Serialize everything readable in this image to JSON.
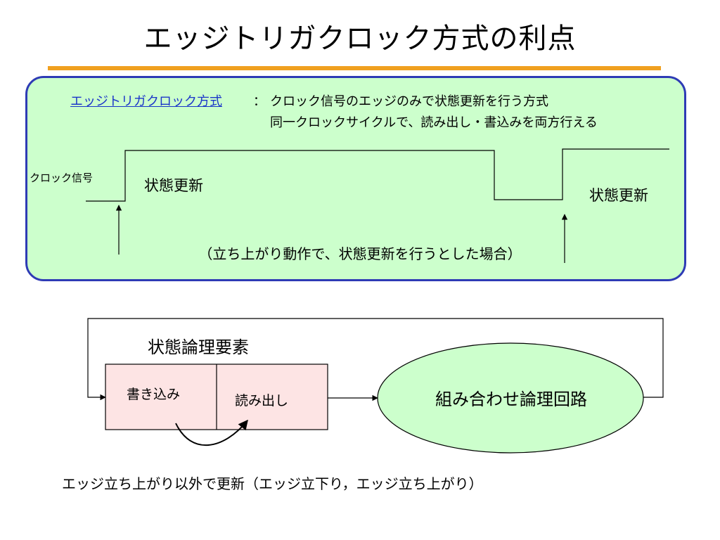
{
  "title": "エッジトリガクロック方式の利点",
  "definition": {
    "term": "エッジトリガクロック方式",
    "colon": "：",
    "line1": "クロック信号のエッジのみで状態更新を行う方式",
    "line2": "同一クロックサイクルで、読み出し・書込みを両方行える"
  },
  "timing": {
    "clock_label": "クロック信号",
    "update_label_1": "状態更新",
    "update_label_2": "状態更新",
    "caption": "（立ち上がり動作で、状態更新を行うとした場合）"
  },
  "block": {
    "title": "状態論理要素",
    "write_label": "書き込み",
    "read_label": "読み出し",
    "logic_label": "組み合わせ論理回路"
  },
  "footnote": "エッジ立ち上がり以外で更新（エッジ立下り，エッジ立ち上がり）",
  "colors": {
    "accent_rule": "#f0a020",
    "panel_fill": "#ccffcc",
    "panel_border": "#2e3bb5",
    "link": "#1a35c9",
    "state_fill": "#fde4e4",
    "logic_fill": "#ccffcc"
  }
}
